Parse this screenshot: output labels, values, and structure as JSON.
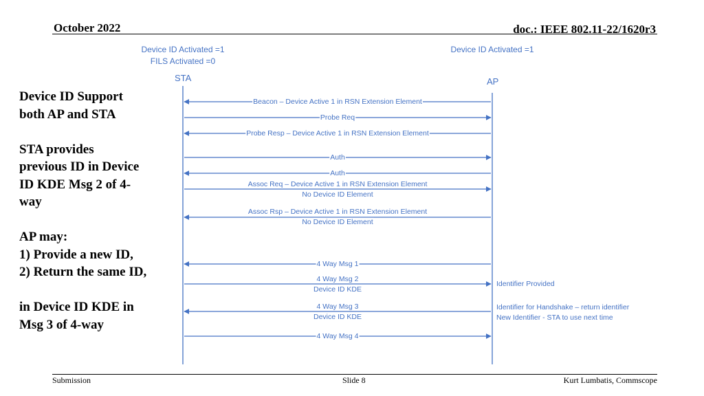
{
  "header": {
    "date": "October 2022",
    "doc": "doc.: IEEE 802.11-22/1620r3"
  },
  "footer": {
    "left": "Submission",
    "center": "Slide 8",
    "right": "Kurt Lumbatis, Commscope"
  },
  "left_text": {
    "p1": [
      "Device ID Support",
      "both AP and STA"
    ],
    "p2": [
      "STA provides",
      "previous ID in Device",
      "ID KDE Msg 2 of 4-",
      "way"
    ],
    "p3": [
      "AP may:",
      "1) Provide a new ID,",
      "2) Return the same ID,"
    ],
    "p4": [
      "in Device ID KDE in",
      "Msg 3 of 4-way"
    ]
  },
  "sta_config": [
    "Device ID Activated =1",
    "FILS Activated =0"
  ],
  "ap_config": [
    "Device ID Activated =1"
  ],
  "nodes": {
    "sta": "STA",
    "ap": "AP"
  },
  "colors": {
    "line": "#4472c4"
  },
  "messages": [
    {
      "dir": "ap_to_sta",
      "lines": [
        "Beacon – Device Active 1 in RSN Extension Element"
      ]
    },
    {
      "dir": "sta_to_ap",
      "lines": [
        "Probe Req"
      ]
    },
    {
      "dir": "ap_to_sta",
      "lines": [
        "Probe Resp – Device Active 1 in RSN Extension Element"
      ]
    },
    {
      "dir": "sta_to_ap",
      "lines": [
        "Auth"
      ]
    },
    {
      "dir": "ap_to_sta",
      "lines": [
        "Auth"
      ]
    },
    {
      "dir": "sta_to_ap",
      "lines": [
        "Assoc Req – Device Active 1 in RSN Extension Element",
        "No Device ID Element"
      ]
    },
    {
      "dir": "ap_to_sta",
      "lines": [
        "Assoc Rsp – Device Active 1 in RSN Extension Element",
        "No Device ID Element"
      ]
    },
    {
      "dir": "ap_to_sta",
      "lines": [
        "4 Way Msg 1"
      ]
    },
    {
      "dir": "sta_to_ap",
      "lines": [
        "4 Way Msg 2",
        "Device ID KDE"
      ],
      "note": [
        "Identifier Provided"
      ]
    },
    {
      "dir": "ap_to_sta",
      "lines": [
        "4 Way Msg 3",
        "Device ID KDE"
      ],
      "note": [
        "Identifier for Handshake – return identifier",
        "New Identifier  - STA to use next time"
      ]
    },
    {
      "dir": "sta_to_ap",
      "lines": [
        "4 Way Msg 4"
      ]
    }
  ]
}
